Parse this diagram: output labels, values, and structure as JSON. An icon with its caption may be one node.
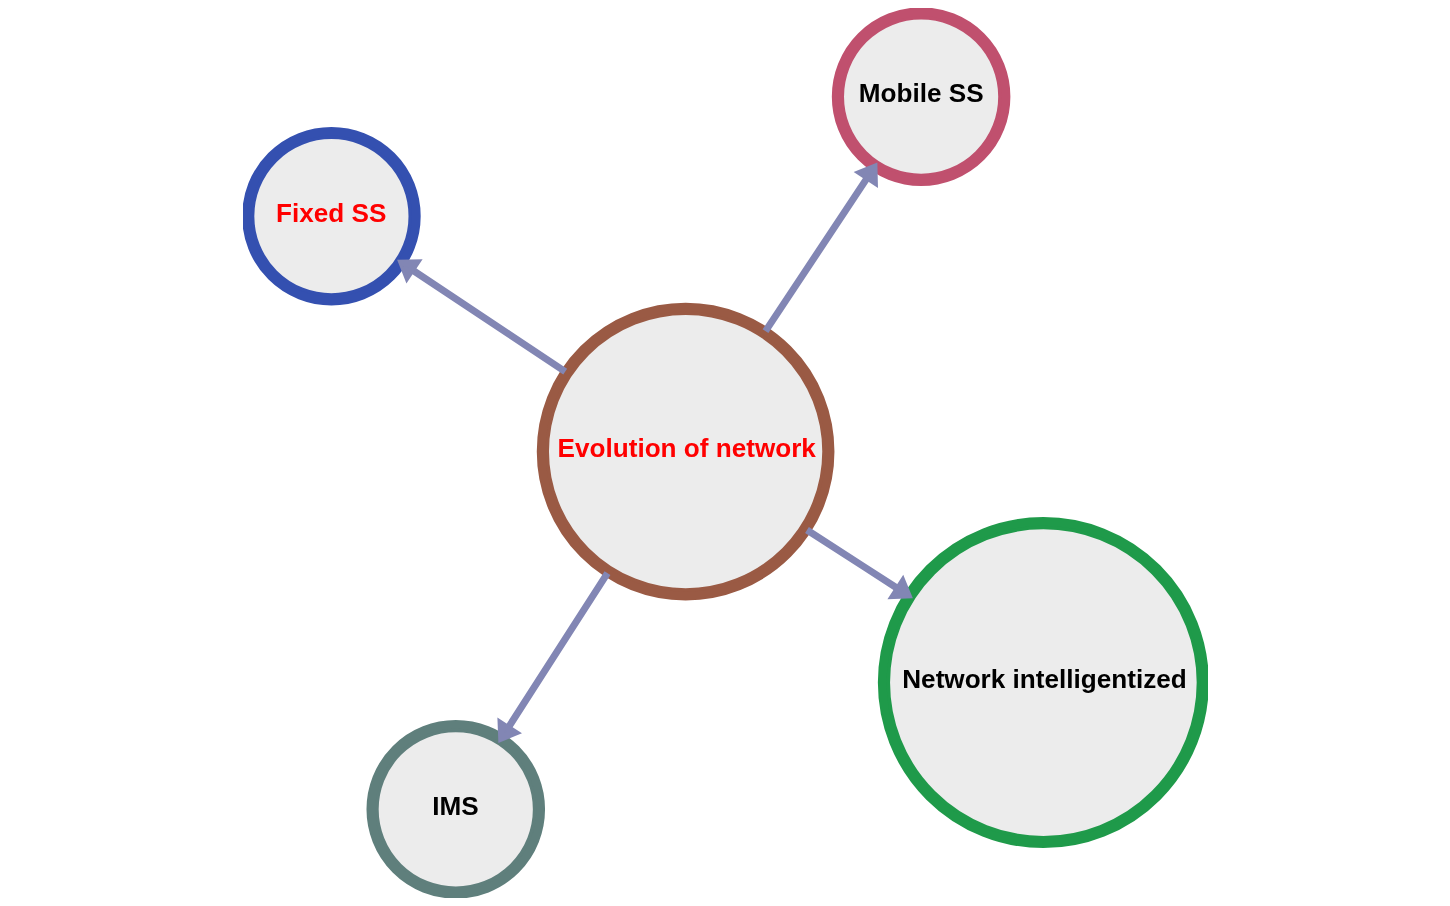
{
  "diagram": {
    "nodes": [
      {
        "text": [
          "Evolution of network"
        ]
      },
      {
        "text": [
          "Network intelligentized"
        ]
      },
      {
        "text": [
          "IMS"
        ]
      },
      {
        "text": [
          "Fixed SS"
        ]
      },
      {
        "text": [
          "Mobile SS"
        ]
      }
    ],
    "edges": [
      {
        "from": 0,
        "to": 1,
        "arrow": "to"
      },
      {
        "from": 0,
        "to": 2,
        "arrow": "to"
      },
      {
        "from": 0,
        "to": 3,
        "arrow": "to"
      },
      {
        "from": 0,
        "to": 4,
        "arrow": "to"
      }
    ]
  }
}
